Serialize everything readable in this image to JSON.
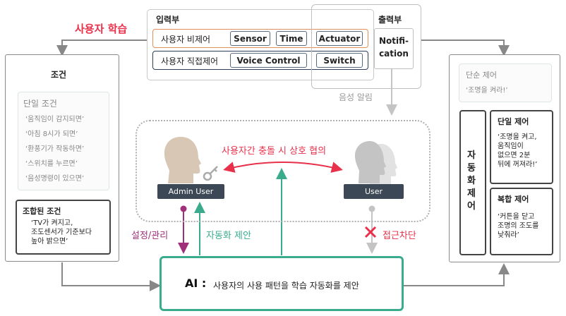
{
  "learning_label": "사용자 학습",
  "input": {
    "title": "입력부",
    "sensor_row_label": "사용자 비제어",
    "sensor": "Sensor",
    "time": "Time",
    "direct_row_label": "사용자 직접제어",
    "voice_control": "Voice Control",
    "actuator": "Actuator",
    "switch": "Switch"
  },
  "output": {
    "title": "출력부",
    "notification": "Notifi-\ncation"
  },
  "voice_alert": "음성 알림",
  "conditions": {
    "title": "조건",
    "single_title": "단일 조건",
    "single_items": [
      "‘움직임이 감지되면’",
      "‘아침 8시가 되면’",
      "‘환풍기가 작동하면’",
      "‘스위치를 누르면’",
      "‘음성명령이 있으면’"
    ],
    "combined_title": "조합된 조건",
    "combined_text": "‘TV가 켜지고,\n조도센서가 기준보다\n높아 밝으면’"
  },
  "center": {
    "conflict": "사용자간 충돌 시 상호 협의",
    "admin_user": "Admin User",
    "user": "User",
    "settings": "설정/관리",
    "auto_suggest": "자동화 제안",
    "block": "접근차단"
  },
  "ai": {
    "label": "AI :",
    "text": "사용자의 사용 패턴을 학습 자동화를 제안"
  },
  "control": {
    "simple_title": "단순 제어",
    "simple_text": "‘조명을 켜라!’",
    "automation_vertical": "자동화제어",
    "single_title": "단일 제어",
    "single_text": "‘조명을 켜고,\n움직임이\n없으면 2분\n뒤에 꺼져라!’",
    "combined_title": "복합 제어",
    "combined_text": "‘커튼을 닫고\n조명의 조도를\n낮춰라’"
  },
  "colors": {
    "accent_red": "#e8304a",
    "teal": "#3aab8c",
    "purple": "#a0307a",
    "orange": "#e0905a",
    "navy": "#2c3e5a"
  }
}
